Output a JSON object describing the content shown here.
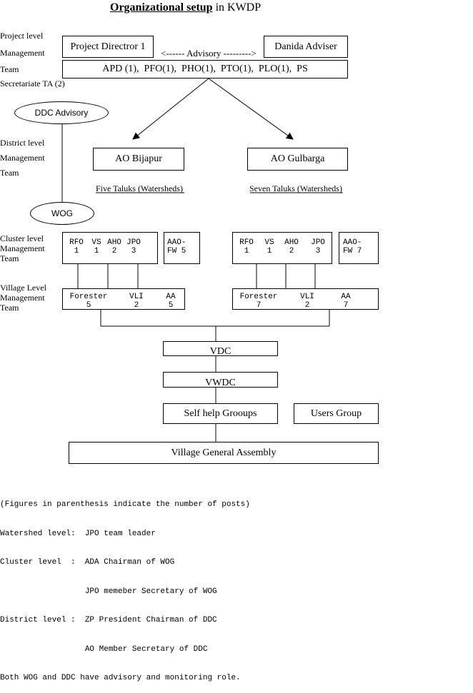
{
  "title": {
    "main": "Organizational setup",
    "suffix": " in KWDP"
  },
  "left_labels": {
    "project_level": [
      "Project level",
      "Management",
      "Team",
      "Secretariate TA (2)"
    ],
    "district_level": [
      "District level",
      "Management",
      "Team"
    ],
    "cluster_level": [
      "Cluster level",
      "Management",
      "Team"
    ],
    "village_level": [
      "Village Level",
      "Management",
      "Team"
    ]
  },
  "project": {
    "director": "Project Directror 1",
    "adviser": "Danida Adviser",
    "advisory": "<------ Advisory --------->",
    "team": "APD (1),  PFO(1),  PHO(1),  PTO(1),  PLO(1),  PS"
  },
  "ddc_advisory": "DDC Advisory",
  "wog": "WOG",
  "district": {
    "left": {
      "name": "AO Bijapur",
      "taluks": "Five Taluks (Watersheds)"
    },
    "right": {
      "name": "AO Gulbarga",
      "taluks": "Seven Taluks (Watersheds)"
    }
  },
  "cluster": {
    "left": {
      "posts": [
        [
          "RFO",
          "1"
        ],
        [
          "VS",
          "1"
        ],
        [
          "AHO",
          "2"
        ],
        [
          "JPO",
          "3"
        ]
      ],
      "aao": [
        "AAO-",
        "FW 5"
      ]
    },
    "right": {
      "posts": [
        [
          "RFO",
          "1"
        ],
        [
          "VS",
          "1"
        ],
        [
          "AHO",
          "2"
        ],
        [
          "JPO",
          "3"
        ]
      ],
      "aao": [
        "AAO-",
        "FW 7"
      ]
    }
  },
  "village": {
    "left": [
      [
        "Forester",
        "5"
      ],
      [
        "VLI",
        "2"
      ],
      [
        "AA",
        "5"
      ]
    ],
    "right": [
      [
        "Forester",
        "7"
      ],
      [
        "VLI",
        "2"
      ],
      [
        "AA",
        "7"
      ]
    ]
  },
  "vdc": "VDC",
  "vwdc": "VWDC",
  "self_help": "Self help Grooups",
  "users_group": "Users Group",
  "assembly": "Village General Assembly",
  "notes": [
    "(Figures in parenthesis indicate the number of posts)",
    "Watershed level:  JPO team leader",
    "Cluster level  :  ADA Chairman of WOG",
    "                  JPO memeber Secretary of WOG",
    "District level :  ZP President Chairman of DDC",
    "                  AO Member Secretary of DDC",
    "Both WOG and DDC have advisory and monitoring role."
  ]
}
